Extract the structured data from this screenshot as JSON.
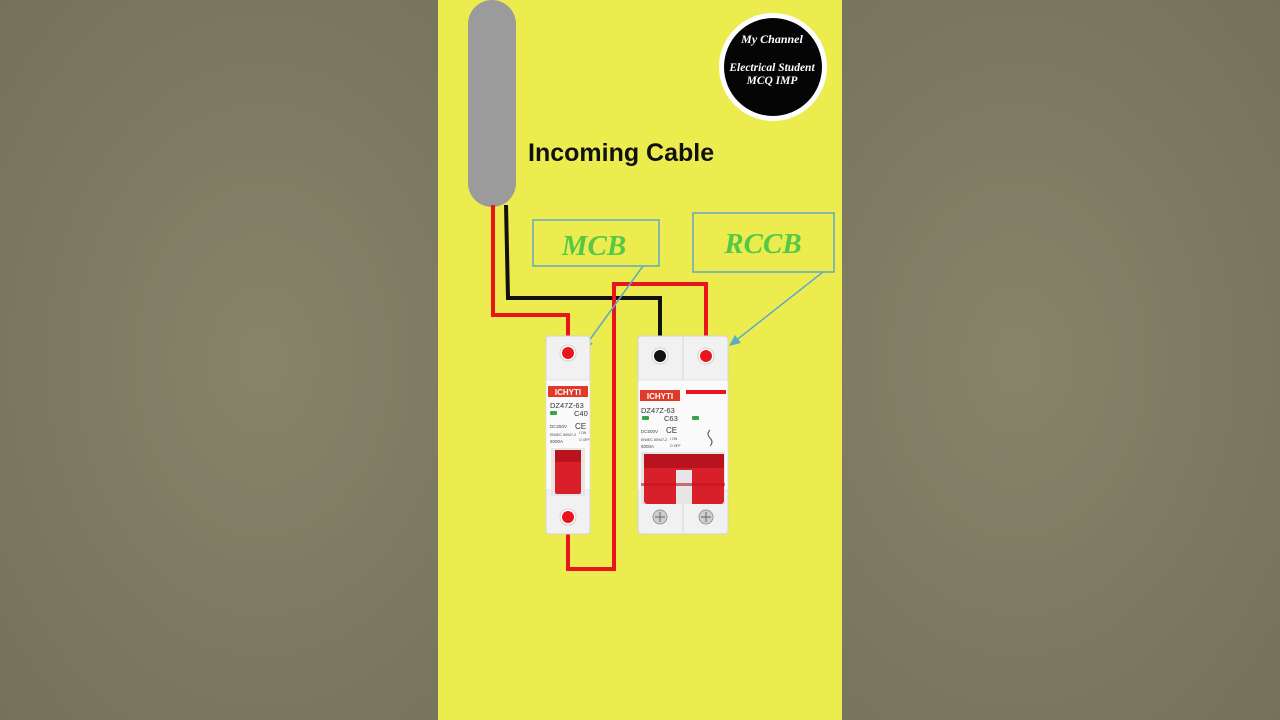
{
  "title": "Incoming Cable",
  "labels": {
    "mcb": "MCB",
    "rccb": "RCCB"
  },
  "badge": {
    "line1": "My Channel",
    "line2": "Electrical Student",
    "line3": "MCQ IMP"
  },
  "mcb_device": {
    "brand": "ICHYTI",
    "model": "DZ47Z-63",
    "rating": "C40",
    "spec1": "DC250V",
    "spec2": "EN/IEC 60947-2",
    "spec3": "6000A",
    "on_label": "I ON",
    "off_label": "O OFF"
  },
  "rccb_device": {
    "brand": "ICHYTI",
    "model": "DZ47Z-63",
    "rating": "C63",
    "spec1": "DC500V",
    "spec2": "EN/IEC 60947-2",
    "spec3": "6000A",
    "on_label": "I ON",
    "off_label": "O OFF"
  },
  "colors": {
    "panel_bg": "#ecec4e",
    "cable": "#9b9b9b",
    "wire_red": "#e8141e",
    "wire_black": "#111111",
    "label_text": "#55c84a",
    "label_border": "#5fa8c8",
    "device_body": "#f2f2f2",
    "toggle_red": "#d81f2a"
  }
}
